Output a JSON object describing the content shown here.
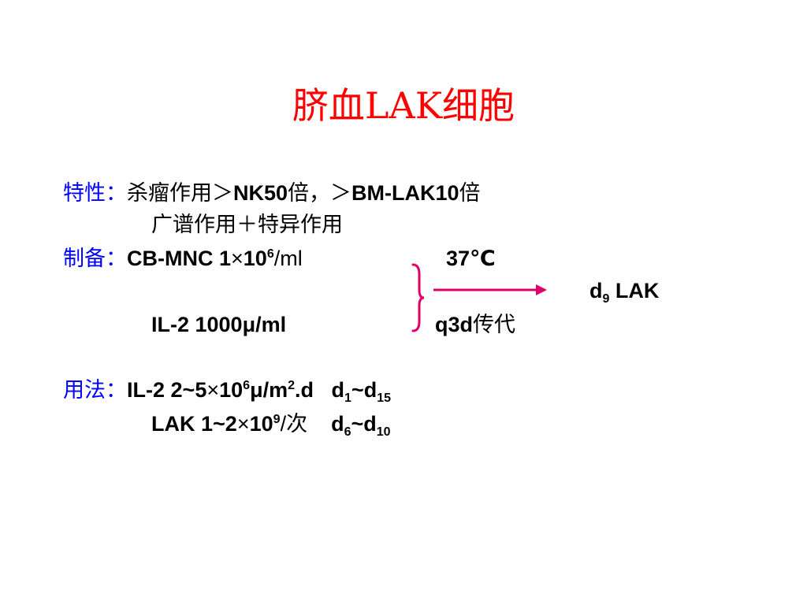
{
  "title": "脐血LAK细胞",
  "colors": {
    "title": "#ff0000",
    "label": "#0000ff",
    "arrow": "#e0006a",
    "text": "#000000"
  },
  "properties": {
    "label": "特性：",
    "line1_cjk_a": "杀瘤作用＞",
    "line1_b": "NK50",
    "line1_cjk_c": "倍，＞",
    "line1_d": "BM-LAK10",
    "line1_cjk_e": "倍",
    "line2": "广谱作用＋特异作用"
  },
  "preparation": {
    "label": "制备：",
    "cells_a": "CB-MNC 1",
    "times": "×",
    "cells_b": "10",
    "cells_exp": "6",
    "cells_c": "/ml",
    "temp": "37℃",
    "result_a": "d",
    "result_sub": "9",
    "result_b": " LAK",
    "il2": "IL-2 1000μ/ml",
    "passage_a": "q3d",
    "passage_b": "传代"
  },
  "usage": {
    "label": "用法：",
    "l1_a": "IL-2 2",
    "l1_tilde": "~",
    "l1_b": "5",
    "l1_times": "×",
    "l1_c": "10",
    "l1_exp": "6",
    "l1_d": "μ/m",
    "l1_exp2": "2",
    "l1_e": ".d   d",
    "l1_sub1": "1",
    "l1_tilde2": "~",
    "l1_f": "d",
    "l1_sub2": "15",
    "l2_a": "LAK 1",
    "l2_tilde": "~",
    "l2_b": "2",
    "l2_times": "×",
    "l2_c": "10",
    "l2_exp": "9",
    "l2_d": "/",
    "l2_cjk": "次",
    "l2_e": "    d",
    "l2_sub1": "6",
    "l2_tilde2": "~",
    "l2_f": "d",
    "l2_sub2": "10"
  }
}
